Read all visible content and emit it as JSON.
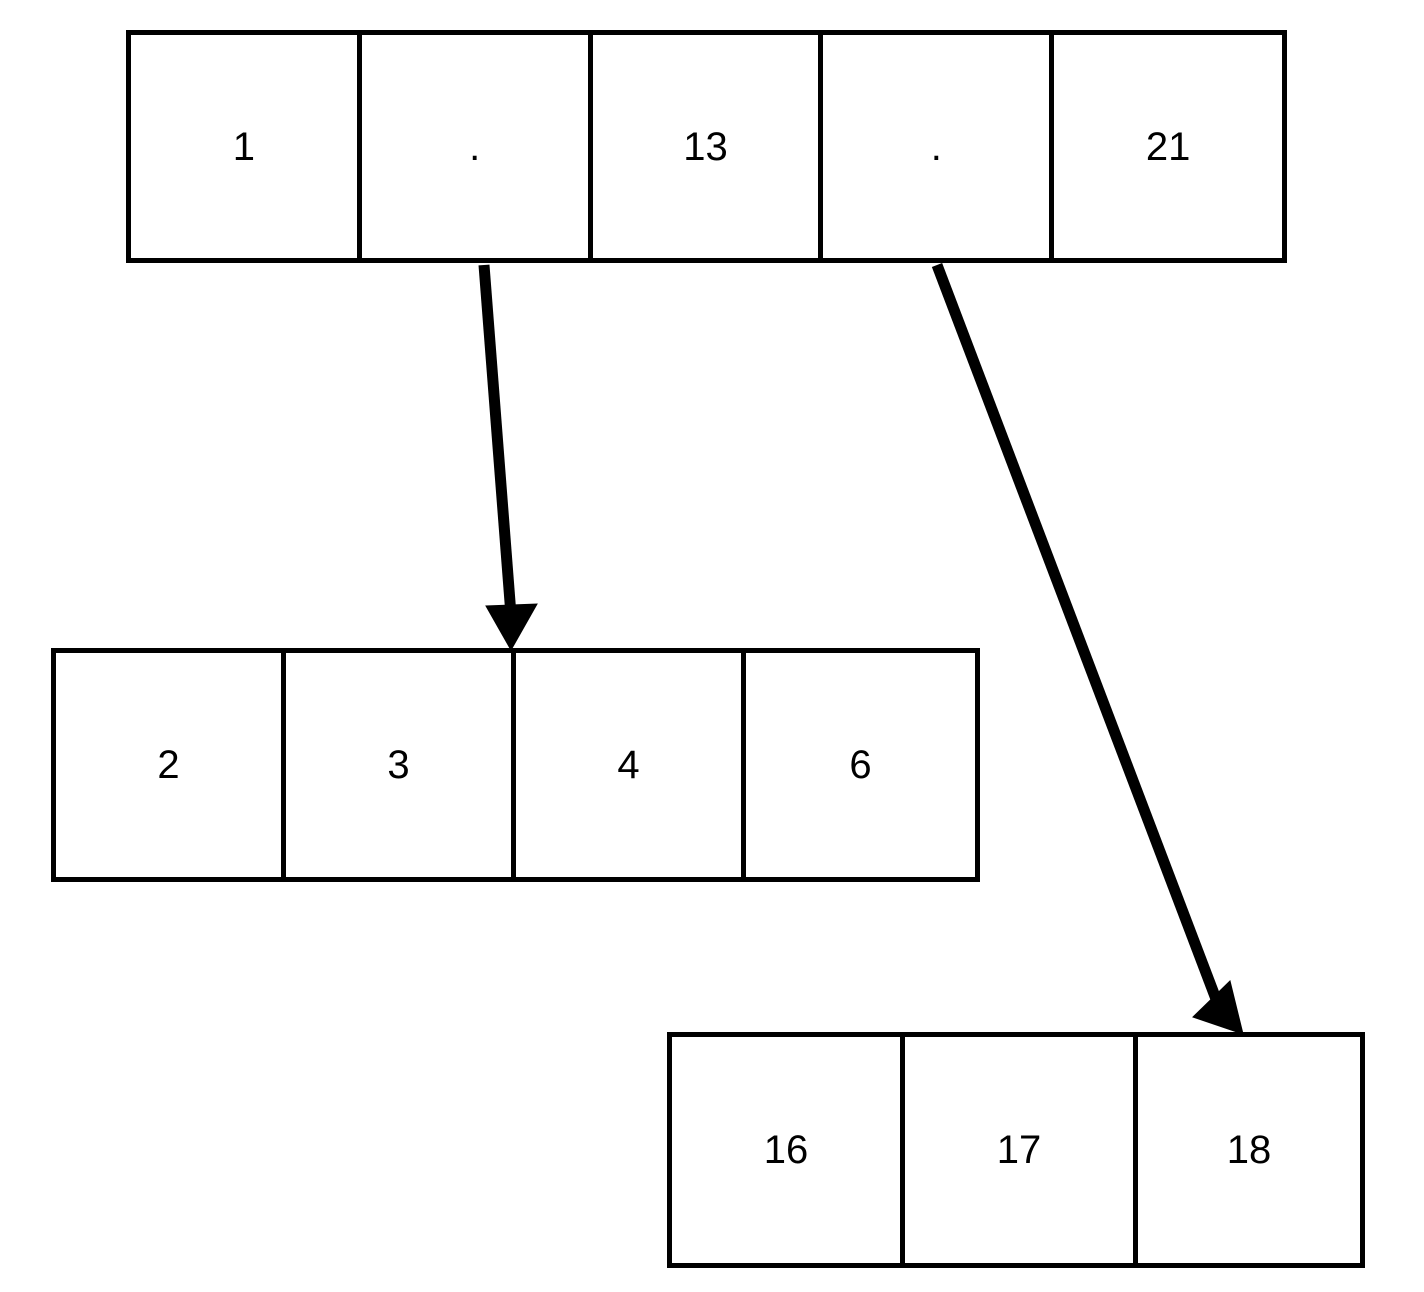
{
  "diagram": {
    "type": "linked-structure-diagram",
    "background_color": "#ffffff",
    "stroke_color": "#000000",
    "nodes": [
      {
        "id": "root",
        "name": "root-node",
        "cells": [
          {
            "label": "1",
            "kind": "value"
          },
          {
            "label": ".",
            "kind": "pointer"
          },
          {
            "label": "13",
            "kind": "value"
          },
          {
            "label": ".",
            "kind": "pointer"
          },
          {
            "label": "21",
            "kind": "value"
          }
        ]
      },
      {
        "id": "left-child",
        "name": "left-child-node",
        "cells": [
          {
            "label": "2",
            "kind": "value"
          },
          {
            "label": "3",
            "kind": "value"
          },
          {
            "label": "4",
            "kind": "value"
          },
          {
            "label": "6",
            "kind": "value"
          }
        ]
      },
      {
        "id": "right-child",
        "name": "right-child-node",
        "cells": [
          {
            "label": "16",
            "kind": "value"
          },
          {
            "label": "17",
            "kind": "value"
          },
          {
            "label": "18",
            "kind": "value"
          }
        ]
      }
    ],
    "edges": [
      {
        "id": "edge-1",
        "from": "root.cell.1",
        "to": "left-child",
        "label": ""
      },
      {
        "id": "edge-2",
        "from": "root.cell.3",
        "to": "right-child",
        "label": ""
      }
    ]
  }
}
